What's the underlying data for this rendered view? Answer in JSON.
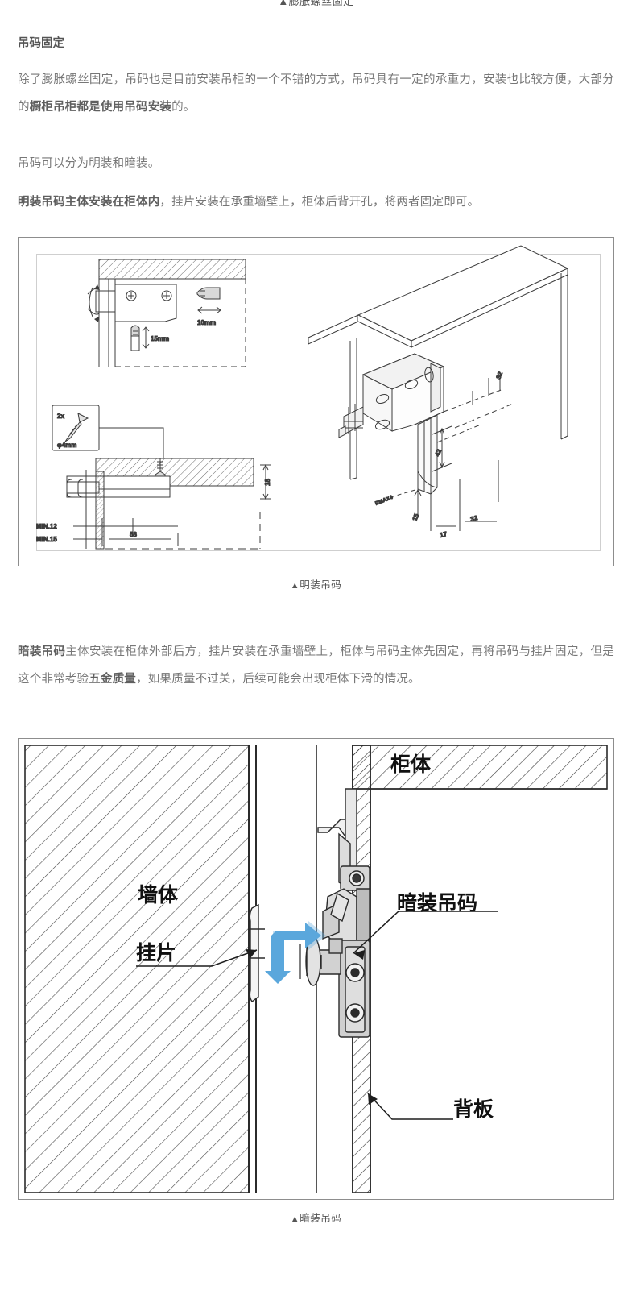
{
  "clipped_top_caption": "▲膨胀螺丝固定",
  "section": {
    "title": "吊码固定",
    "para1_a": "除了膨胀螺丝固定，吊码也是目前安装吊柜的一个不错的方式，吊码具有一定的承重力，安装也比较方便，大部分的",
    "para1_b": "橱柜吊柜都是使用吊码安装",
    "para1_c": "的。",
    "para2": "吊码可以分为明装和暗装。",
    "para3_a": "明装吊码主体安装在柜体内",
    "para3_b": "，挂片安装在承重墙壁上，柜体后背开孔，将两者固定即可。",
    "para4_a": "暗装吊码",
    "para4_b": "主体安装在柜体外部后方，挂片安装在承重墙壁上，柜体与吊码主体先固定，再将吊码与挂片固定，但是这个非常考验",
    "para4_c": "五金质量",
    "para4_d": "，如果质量不过关，后续可能会出现柜体下滑的情况。"
  },
  "figure1": {
    "caption": "▲明装吊码",
    "caption_marker": "▲",
    "caption_text": "明装吊码",
    "dimensions": {
      "screw_qty": "2x",
      "screw_dia": "φ4mm",
      "dowel_len": "15mm",
      "dowel_len2": "10mm",
      "thickness": "18",
      "min12": "MIN.12",
      "min15": "MIN.15",
      "span": "58",
      "iso_32_top": "32",
      "iso_42": "42",
      "iso_rmax": "RMAX4",
      "iso_15": "15",
      "iso_17": "17",
      "iso_32_bottom": "32"
    }
  },
  "figure2": {
    "caption": "▲暗装吊码",
    "caption_marker": "▲",
    "caption_text": "暗装吊码",
    "labels": {
      "cabinet": "柜体",
      "wall": "墙体",
      "hanger_plate": "挂片",
      "concealed_bracket": "暗装吊码",
      "back_panel": "背板"
    },
    "arrow_color": "#5aa7dc"
  }
}
